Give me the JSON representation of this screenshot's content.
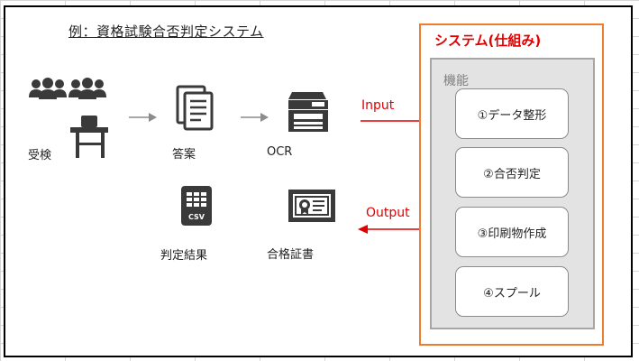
{
  "title": "例：資格試験合否判定システム",
  "nodes": {
    "examinee": "受検",
    "answers": "答案",
    "ocr": "OCR",
    "judgment_result": "判定結果",
    "certificate": "合格証書"
  },
  "system": {
    "title": "システム(仕組み)",
    "functions_label": "機能",
    "functions": [
      "①データ整形",
      "②合否判定",
      "③印刷物作成",
      "④スプール"
    ]
  },
  "flows": {
    "input": "Input",
    "output": "Output"
  },
  "icons": {
    "examinee": "people-at-desk-icon",
    "answers": "document-stack-icon",
    "ocr": "scanner-printer-icon",
    "judgment_result": "csv-file-icon",
    "certificate": "certificate-icon"
  },
  "colors": {
    "system_border": "#ed7d31",
    "highlight_text": "#e00000",
    "functions_background": "#e3e3e3",
    "icon": "#3a3a3a",
    "arrow_gray": "#8c8c8c"
  }
}
